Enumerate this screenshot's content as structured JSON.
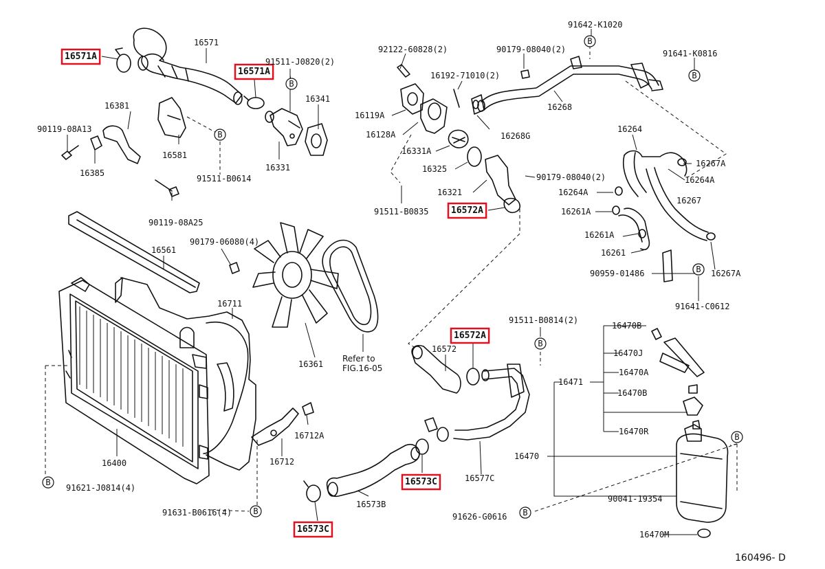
{
  "diagram": {
    "figure_code": "160496- D",
    "ref_note_line1": "Refer to",
    "ref_note_line2": "FIG.16-05",
    "highlight_color": "#e01020",
    "ink_color": "#111111",
    "labels": [
      {
        "id": "16571A-left",
        "text": "16571A",
        "highlighted": true
      },
      {
        "id": "16571",
        "text": "16571"
      },
      {
        "id": "16571A-right",
        "text": "16571A",
        "highlighted": true
      },
      {
        "id": "91511-J0820",
        "text": "91511-J0820(2)"
      },
      {
        "id": "16381",
        "text": "16381"
      },
      {
        "id": "16341",
        "text": "16341"
      },
      {
        "id": "90119-08A13",
        "text": "90119-08A13"
      },
      {
        "id": "16385",
        "text": "16385"
      },
      {
        "id": "16581",
        "text": "16581"
      },
      {
        "id": "16331",
        "text": "16331"
      },
      {
        "id": "91511-B0614",
        "text": "91511-B0614"
      },
      {
        "id": "90119-08A25",
        "text": "90119-08A25"
      },
      {
        "id": "92122-60828",
        "text": "92122-60828(2)"
      },
      {
        "id": "90179-08040-top",
        "text": "90179-08040(2)"
      },
      {
        "id": "91642-K1020",
        "text": "91642-K1020"
      },
      {
        "id": "91641-K0816",
        "text": "91641-K0816"
      },
      {
        "id": "16192-71010",
        "text": "16192-71010(2)"
      },
      {
        "id": "16119A",
        "text": "16119A"
      },
      {
        "id": "16128A",
        "text": "16128A"
      },
      {
        "id": "16268G",
        "text": "16268G"
      },
      {
        "id": "16268",
        "text": "16268"
      },
      {
        "id": "16331A",
        "text": "16331A"
      },
      {
        "id": "16325",
        "text": "16325"
      },
      {
        "id": "16321",
        "text": "16321"
      },
      {
        "id": "90179-08040-mid",
        "text": "90179-08040(2)"
      },
      {
        "id": "91511-B0835",
        "text": "91511-B0835"
      },
      {
        "id": "16572A-top",
        "text": "16572A",
        "highlighted": true
      },
      {
        "id": "16264",
        "text": "16264"
      },
      {
        "id": "16267A-top",
        "text": "16267A"
      },
      {
        "id": "16264A-right",
        "text": "16264A"
      },
      {
        "id": "16264A-left",
        "text": "16264A"
      },
      {
        "id": "16267",
        "text": "16267"
      },
      {
        "id": "16261A-top",
        "text": "16261A"
      },
      {
        "id": "16261A-bottom",
        "text": "16261A"
      },
      {
        "id": "16261",
        "text": "16261"
      },
      {
        "id": "90959-01486",
        "text": "90959-01486"
      },
      {
        "id": "16267A-bottom",
        "text": "16267A"
      },
      {
        "id": "91641-C0612",
        "text": "91641-C0612"
      },
      {
        "id": "16561",
        "text": "16561"
      },
      {
        "id": "90179-06080",
        "text": "90179-06080(4)"
      },
      {
        "id": "16711",
        "text": "16711"
      },
      {
        "id": "16361",
        "text": "16361"
      },
      {
        "id": "16572A-bottom",
        "text": "16572A",
        "highlighted": true
      },
      {
        "id": "91511-B0814",
        "text": "91511-B0814(2)"
      },
      {
        "id": "16572",
        "text": "16572"
      },
      {
        "id": "16470B-top",
        "text": "16470B"
      },
      {
        "id": "16470J",
        "text": "16470J"
      },
      {
        "id": "16470A",
        "text": "16470A"
      },
      {
        "id": "16471",
        "text": "16471"
      },
      {
        "id": "16470B-mid",
        "text": "16470B"
      },
      {
        "id": "16470R",
        "text": "16470R"
      },
      {
        "id": "16712A",
        "text": "16712A"
      },
      {
        "id": "16712",
        "text": "16712"
      },
      {
        "id": "16400",
        "text": "16400"
      },
      {
        "id": "16470",
        "text": "16470"
      },
      {
        "id": "16573C-right",
        "text": "16573C",
        "highlighted": true
      },
      {
        "id": "16577C",
        "text": "16577C"
      },
      {
        "id": "91621-J0814",
        "text": "91621-J0814(4)"
      },
      {
        "id": "16573B",
        "text": "16573B"
      },
      {
        "id": "90041-19354",
        "text": "90041-19354"
      },
      {
        "id": "91631-B0616",
        "text": "91631-B0616(4)"
      },
      {
        "id": "91626-G0616",
        "text": "91626-G0616"
      },
      {
        "id": "16573C-bottom",
        "text": "16573C",
        "highlighted": true
      },
      {
        "id": "16470M",
        "text": "16470M"
      }
    ],
    "ref_markers": [
      "B",
      "B",
      "B",
      "B",
      "B",
      "B",
      "B",
      "B",
      "B",
      "B",
      "B"
    ]
  }
}
